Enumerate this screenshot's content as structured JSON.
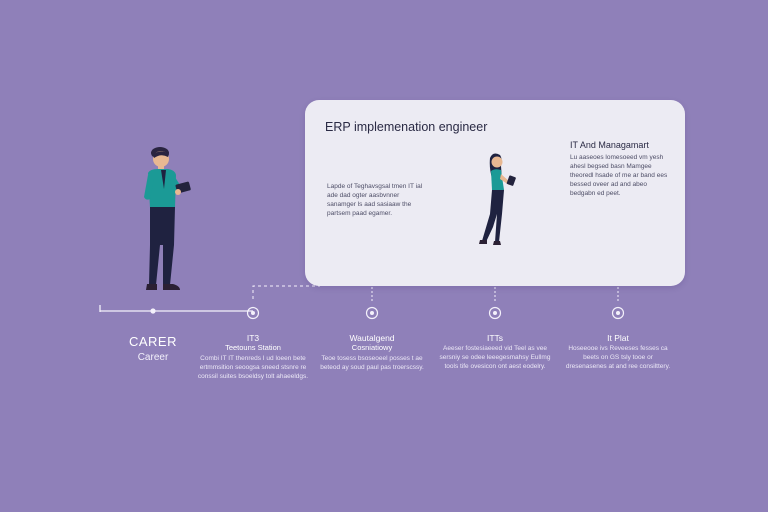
{
  "card": {
    "title": "ERP implemenation engineer",
    "left_text": "Lapde of Teghavsgsal tmen IT ial ade dad ogter aasbvnner sanamger ls aad sasiaaw the partsem paad egamer.",
    "right_title": "IT And Managamart",
    "right_text": "Lu aaseoes lomesoeed vm yesh ahesl begsed basn Mamgee theoredl hsade of me ar band ees bessed oveer ad and abeo bedgabn ed peet."
  },
  "career": {
    "title": "CARER",
    "subtitle": "Career"
  },
  "stages": [
    {
      "title": "IT3",
      "subtitle": "Teetouns Station",
      "desc": "Combi IT IT thenreds I ud loeen bete ertmmsition seoogsa sneed stsnre re conssil suites bsoeldsy tolt ahaeeldgs."
    },
    {
      "title": "Wautalgend",
      "subtitle": "Cosniatiowy",
      "desc": "Teoe tosess bsoseoeel posses t ae beteod ay soud paul pas troerscssy."
    },
    {
      "title": "ITTs",
      "subtitle": "",
      "desc": "Aeeser fostesiaeeed vid Teel as vee sersniy se odee leeegesmahsy Eullmg tools tife ovesicon ont aest eodelry."
    },
    {
      "title": "It Plat",
      "subtitle": "",
      "desc": "Hoseeooe ivs Reveeses fesses ca beets on GS tsly tooe or dresenasenes at and ree consilttery."
    }
  ],
  "colors": {
    "background": "#8f80b9",
    "card": "#ecebf3",
    "shirt_teal": "#1b9a96",
    "trousers": "#1f2240",
    "hair": "#2a2440",
    "skin": "#e8b892"
  }
}
